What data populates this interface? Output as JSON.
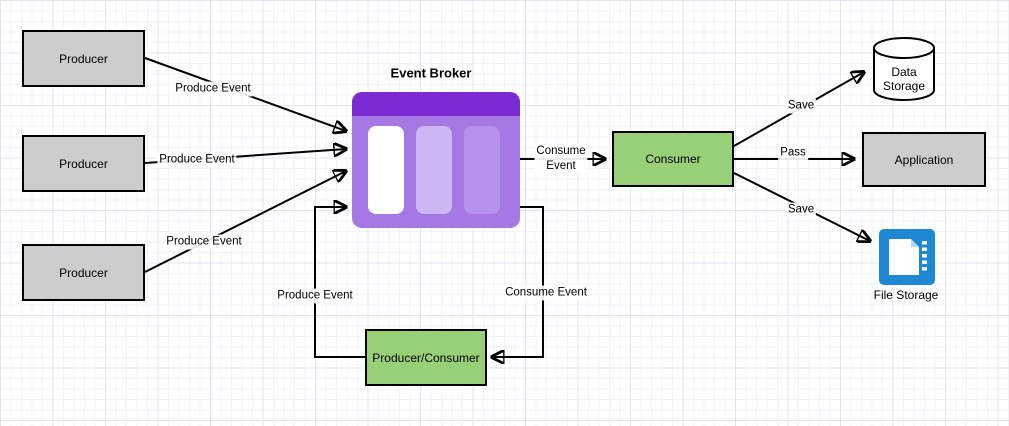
{
  "diagram": {
    "title": "Event Broker",
    "nodes": {
      "producer_1": {
        "label": "Producer",
        "fill": "#cccccc"
      },
      "producer_2": {
        "label": "Producer",
        "fill": "#cccccc"
      },
      "producer_3": {
        "label": "Producer",
        "fill": "#cccccc"
      },
      "event_broker": {
        "header_color": "#7c2bd3",
        "body_color": "#a678e4",
        "lane_colors": [
          "#ffffff",
          "#cdb6f4",
          "#b691ec"
        ]
      },
      "consumer": {
        "label": "Consumer",
        "fill": "#97d077"
      },
      "application": {
        "label": "Application",
        "fill": "#cccccc"
      },
      "data_storage": {
        "label_line1": "Data",
        "label_line2": "Storage",
        "fill": "#ffffff"
      },
      "file_storage": {
        "label": "File Storage",
        "icon_color": "#1e88d2"
      },
      "producer_consumer": {
        "label": "Producer/Consumer",
        "fill": "#97d077"
      }
    },
    "edges": {
      "produce_1": {
        "label": "Produce Event"
      },
      "produce_2": {
        "label": "Produce Event"
      },
      "produce_3": {
        "label": "Produce Event"
      },
      "consume": {
        "label_line1": "Consume",
        "label_line2": "Event"
      },
      "save_data": {
        "label": "Save"
      },
      "pass": {
        "label": "Pass"
      },
      "save_file": {
        "label": "Save"
      },
      "loop_produce": {
        "label": "Produce Event"
      },
      "loop_consume": {
        "label": "Consume Event"
      }
    }
  }
}
